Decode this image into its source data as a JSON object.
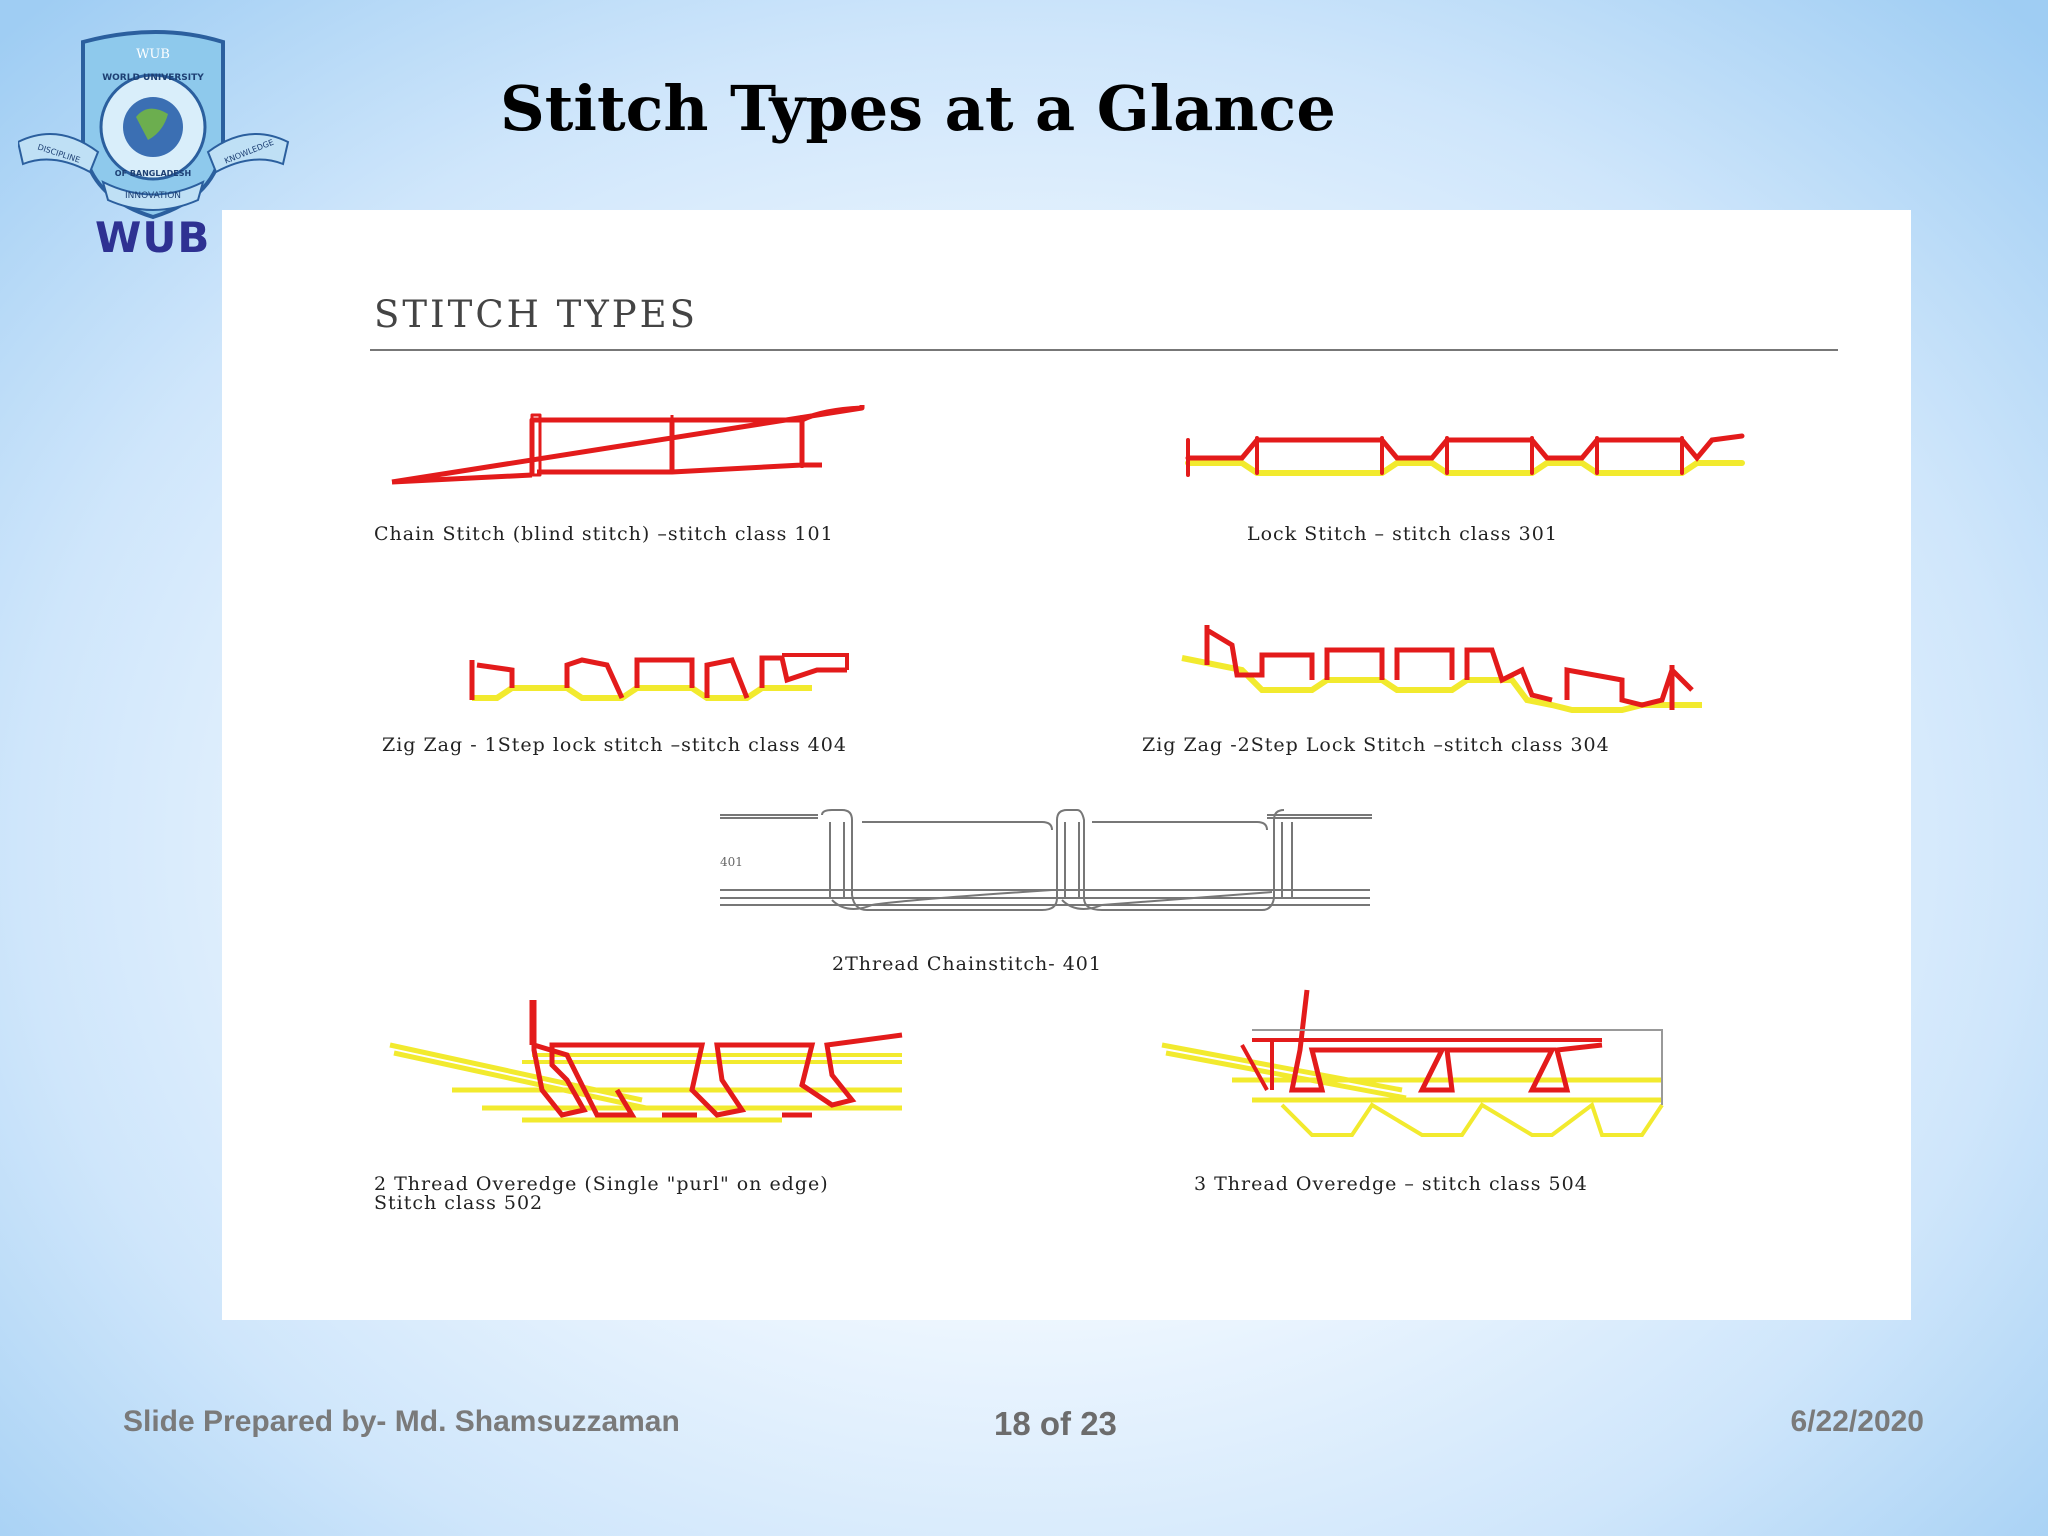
{
  "logo": {
    "name": "WUB",
    "arc_text": "WUB",
    "ring_text": "WORLD UNIVERSITY",
    "ring_text_bottom": "OF BANGLADESH",
    "ribbon_left": "DISCIPLINE",
    "ribbon_right": "KNOWLEDGE",
    "ribbon_bottom": "INNOVATION"
  },
  "title": "Stitch Types at a Glance",
  "figure": {
    "heading": "STITCH TYPES",
    "captions": {
      "chain": "Chain Stitch (blind stitch) –stitch class 101",
      "lock": "Lock Stitch – stitch class 301",
      "zigzag1": "Zig Zag - 1Step lock stitch –stitch class 404",
      "zigzag2": "Zig Zag -2Step Lock Stitch –stitch class 304",
      "chain2": "2Thread Chainstitch- 401",
      "chain2_label": "401",
      "overedge2_line1": "2 Thread Overedge (Single \"purl\" on edge)",
      "overedge2_line2": "Stitch class 502",
      "overedge3": "3 Thread Overedge – stitch class 504"
    },
    "colors": {
      "needle_thread": "#e31b1b",
      "bobbin_thread": "#f2ea2e",
      "rule": "#666666"
    }
  },
  "footer": {
    "prepared_by": "Slide Prepared by- Md. Shamsuzzaman",
    "page": "18 of 23",
    "date": "6/22/2020"
  }
}
